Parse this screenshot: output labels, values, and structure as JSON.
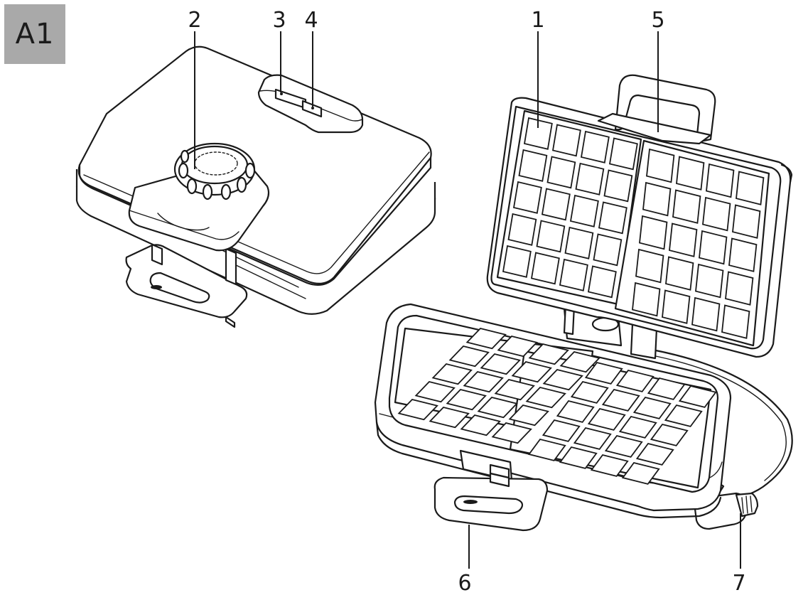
{
  "figure_label": "A1",
  "callouts": [
    "1",
    "2",
    "3",
    "4",
    "5",
    "6",
    "7"
  ]
}
